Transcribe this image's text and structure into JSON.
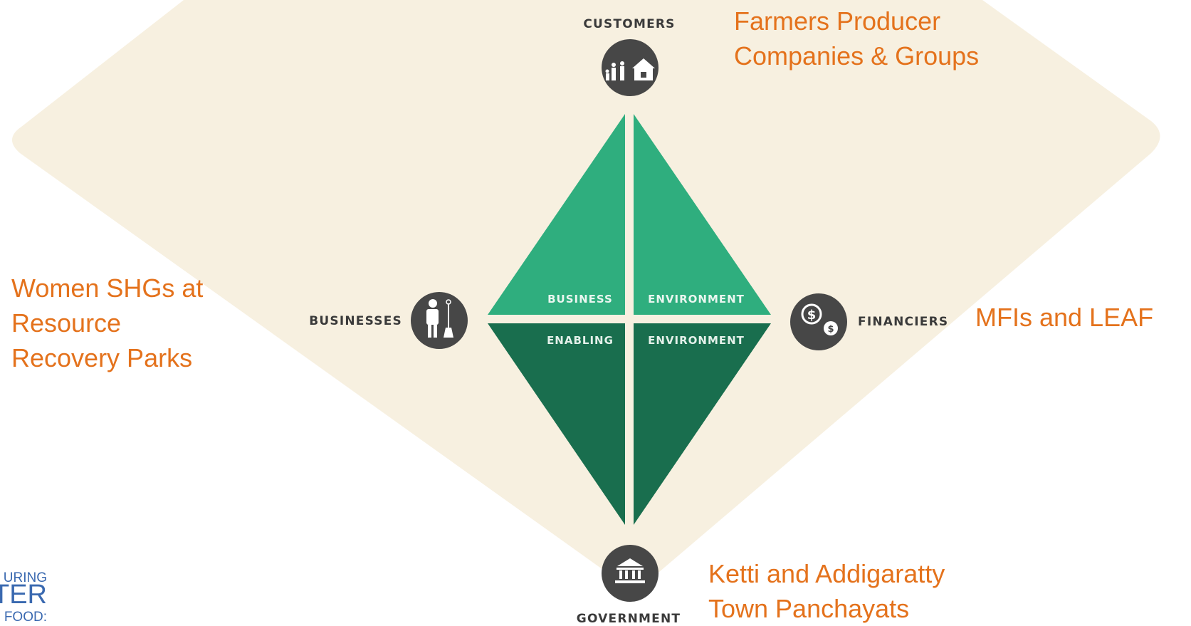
{
  "colors": {
    "backdrop": "#f7f0e0",
    "top_triangle": "#2fae7e",
    "bottom_triangle": "#196e4e",
    "icon_circle": "#474747",
    "accent_text": "#e4721c",
    "logo_blue": "#3a69b0"
  },
  "roles": {
    "customers": {
      "label": "CUSTOMERS",
      "icon": "family-house-icon"
    },
    "businesses": {
      "label": "BUSINESSES",
      "icon": "worker-broom-icon"
    },
    "financiers": {
      "label": "FINANCIERS",
      "icon": "coins-icon"
    },
    "government": {
      "label": "GOVERNMENT",
      "icon": "government-building-icon"
    }
  },
  "quadrants": {
    "top_left": "BUSINESS",
    "top_right": "ENVIRONMENT",
    "bottom_left": "ENABLING",
    "bottom_right": "ENVIRONMENT"
  },
  "annotations": {
    "customers": [
      "Farmers Producer",
      "Companies & Groups"
    ],
    "businesses": [
      "Women SHGs at",
      "Resource",
      "Recovery Parks"
    ],
    "financiers": [
      "MFIs and LEAF"
    ],
    "government": [
      "Ketti and Addigaratty",
      "Town Panchayats"
    ]
  },
  "logo": {
    "lines": [
      "URING",
      "TER",
      "FOOD:"
    ]
  }
}
